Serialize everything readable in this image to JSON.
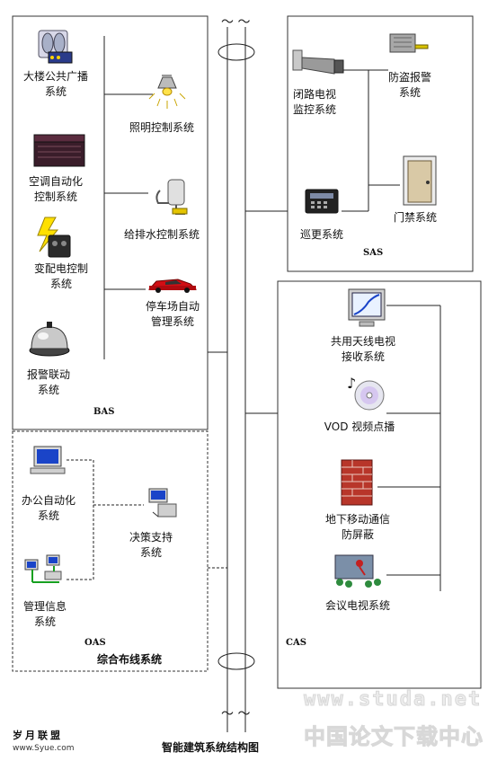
{
  "caption": "智能建筑系统结构图",
  "groups": {
    "bas": "BAS",
    "sas": "SAS",
    "oas": "OAS",
    "cas": "CAS"
  },
  "cabling": "综合布线系统",
  "nodes": {
    "broadcast": [
      "大楼公共广播",
      "系统"
    ],
    "lighting": [
      "照明控制系统"
    ],
    "hvac": [
      "空调自动化",
      "控制系统"
    ],
    "water": [
      "给排水控制系统"
    ],
    "power": [
      "变配电控制",
      "系统"
    ],
    "parking": [
      "停车场自动",
      "管理系统"
    ],
    "alarm_link": [
      "报警联动",
      "系统"
    ],
    "cctv": [
      "闭路电视",
      "监控系统"
    ],
    "burglar": [
      "防盗报警",
      "系统"
    ],
    "patrol": [
      "巡更系统"
    ],
    "access": [
      "门禁系统"
    ],
    "office": [
      "办公自动化",
      "系统"
    ],
    "decision": [
      "决策支持",
      "系统"
    ],
    "mis": [
      "管理信息",
      "系统"
    ],
    "antenna": [
      "共用天线电视",
      "接收系统"
    ],
    "vod": [
      "VOD 视频点播"
    ],
    "mobile": [
      "地下移动通信",
      "防屏蔽"
    ],
    "conference": [
      "会议电视系统"
    ]
  },
  "tilde_top": "～ ～",
  "tilde_bottom": "～ ～",
  "watermark": {
    "url": "www.studa.net",
    "cn": "中国论文下载中心"
  },
  "logo": {
    "text": "岁月联盟",
    "url": "www.Syue.com"
  },
  "colors": {
    "line": "#222222",
    "box": "#333333"
  }
}
